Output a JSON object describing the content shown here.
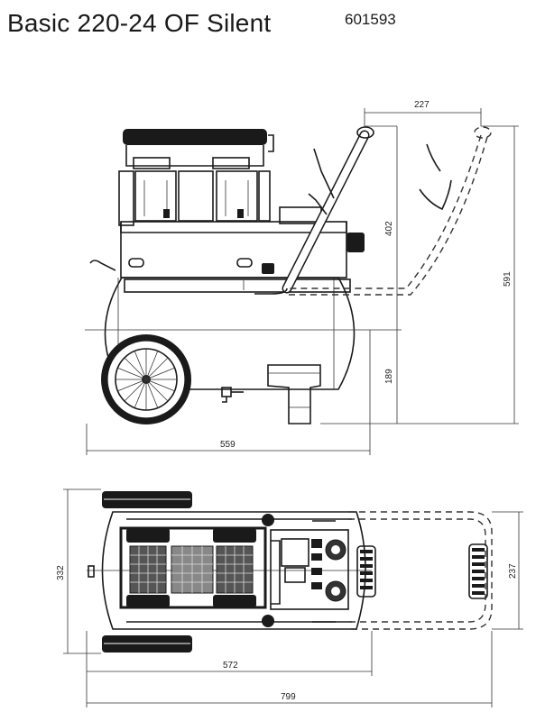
{
  "header": {
    "title": "Basic 220-24 OF Silent",
    "code": "601593"
  },
  "side_view": {
    "dim_handle_width": "227",
    "dim_upper_height": "402",
    "dim_total_height": "591",
    "dim_lower_height": "189",
    "dim_length": "559"
  },
  "top_view": {
    "dim_width": "332",
    "dim_handle_width": "237",
    "dim_body_length": "572",
    "dim_total_length": "799"
  }
}
